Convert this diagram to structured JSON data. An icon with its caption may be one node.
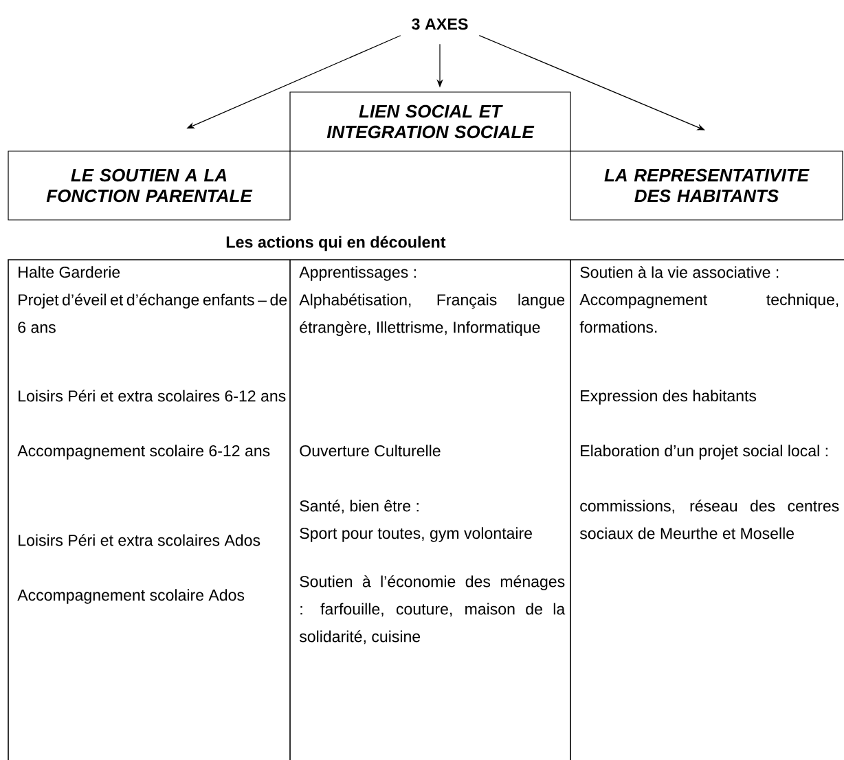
{
  "diagram": {
    "nodes": [
      {
        "text": [
          "3 AXES"
        ]
      },
      {
        "text": [
          "LE SOUTIEN A LA FONCTION PARENTALE"
        ]
      },
      {
        "text": [
          "LIEN SOCIAL ET INTEGRATION SOCIALE"
        ]
      },
      {
        "text": [
          "LA REPRESENTATIVITE DES HABITANTS"
        ]
      }
    ],
    "edges": [
      {
        "from": 0,
        "to": 1,
        "arrow": "to"
      },
      {
        "from": 0,
        "to": 2,
        "arrow": "to"
      },
      {
        "from": 0,
        "to": 3,
        "arrow": "to"
      }
    ],
    "labels": [
      "Les actions qui en découlent",
      "Halte Garderie",
      "Projet d’éveil et d’échange enfants – de 6 ans",
      "Loisirs Péri et extra scolaires 6-12 ans",
      "Accompagnement scolaire 6-12 ans",
      "Loisirs Péri et extra scolaires Ados",
      "Accompagnement scolaire Ados",
      "Apprentissages :",
      "Alphabétisation, Français langue étrangère, Illettrisme, Informatique",
      "Ouverture Culturelle",
      "Santé, bien être :",
      "Sport pour toutes, gym volontaire",
      "Soutien à l’économie des ménages : farfouille, couture, maison de la solidarité, cuisine",
      "Soutien à la vie associative :",
      "Accompagnement technique, formations.",
      "Expression des habitants",
      "Elaboration d’un projet social local :",
      "commissions, réseau des centres sociaux de Meurthe et Moselle"
    ]
  }
}
